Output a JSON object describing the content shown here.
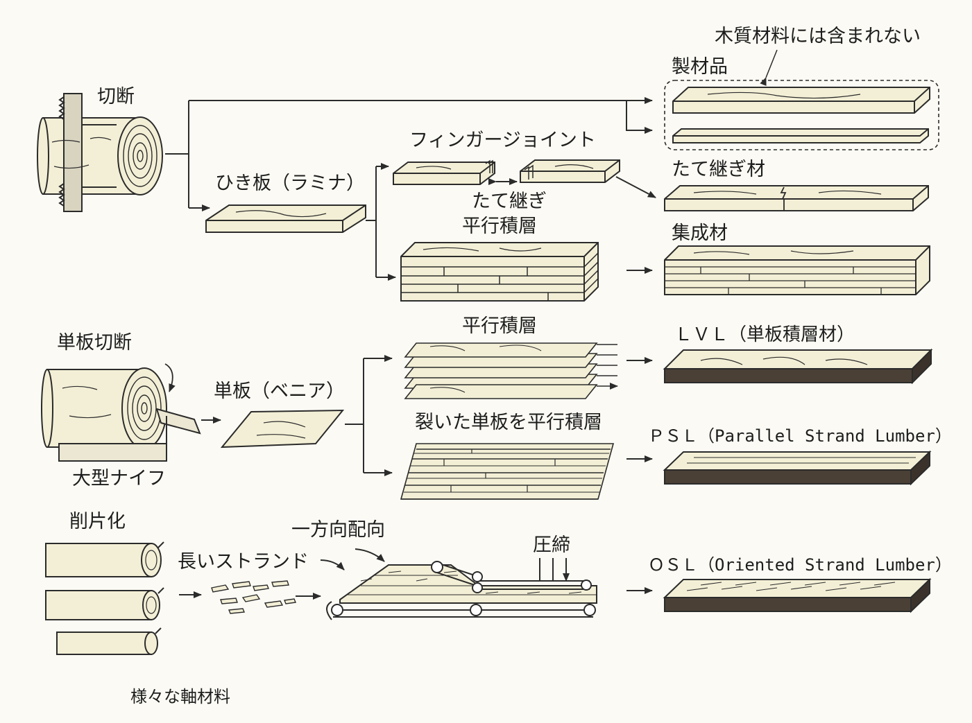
{
  "labels": {
    "cutting": "切断",
    "lamina": "ひき板（ラミナ）",
    "finger_joint": "フィンガージョイント",
    "end_joint": "たて継ぎ",
    "parallel_lamination_1": "平行積層",
    "not_wood_material": "木質材料には含まれない",
    "sawn_lumber": "製材品",
    "end_jointed_lumber": "たて継ぎ材",
    "glulam": "集成材",
    "veneer_cutting": "単板切断",
    "large_knife": "大型ナイフ",
    "veneer": "単板（ベニア）",
    "parallel_lamination_2": "平行積層",
    "split_veneer_lamination": "裂いた単板を平行積層",
    "lvl": "ＬＶＬ（単板積層材）",
    "psl": "ＰＳＬ（Parallel Strand Lumber）",
    "flaking": "削片化",
    "long_strands": "長いストランド",
    "orientation": "一方向配向",
    "compression": "圧締",
    "osl": "ＯＳＬ（Oriented Strand Lumber）",
    "various_raw_materials": "様々な軸材料"
  },
  "colors": {
    "wood": "#f3efd6",
    "line": "#2b2b2b",
    "dark_edge": "#4a4036"
  }
}
